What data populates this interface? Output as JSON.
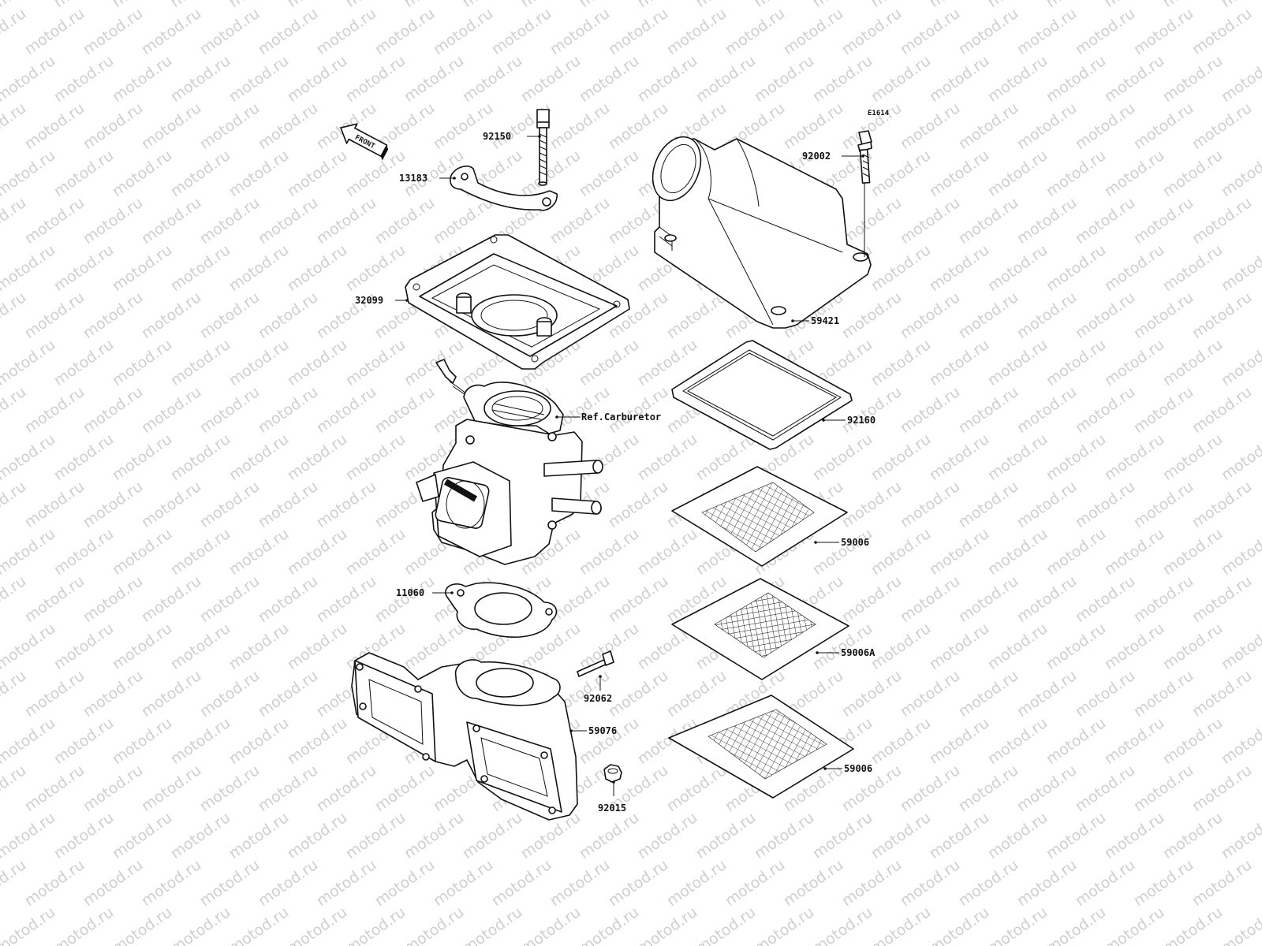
{
  "diagram_code": "E1614",
  "front_label": "FRONT",
  "watermark_text": "motod.ru",
  "parts": {
    "bolt_top": "92150",
    "bracket": "13183",
    "base_plate": "32099",
    "carburetor_ref": "Ref.Carburetor",
    "gasket_lower": "11060",
    "manifold": "59076",
    "stud_pin": "92062",
    "nut": "92015",
    "bolt_cover": "92002",
    "air_cover": "59421",
    "seal": "92160",
    "screen_top": "59006",
    "screen_mid": "59006A",
    "screen_bottom": "59006"
  },
  "colors": {
    "line": "#111111",
    "watermark": "#cfcfcf",
    "background": "#ffffff"
  }
}
